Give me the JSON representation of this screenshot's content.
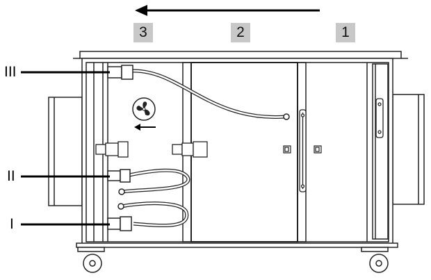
{
  "stages": [
    {
      "label": "3"
    },
    {
      "label": "2"
    },
    {
      "label": "1"
    }
  ],
  "connections": [
    {
      "label": "III"
    },
    {
      "label": "II"
    },
    {
      "label": "I"
    }
  ],
  "colors": {
    "stage_box_fill": "#c8c8c8",
    "line": "#222222",
    "background": "#ffffff"
  },
  "icons": [
    "flow-direction-arrow",
    "fan-icon",
    "small-airflow-arrow",
    "caster-wheel"
  ]
}
